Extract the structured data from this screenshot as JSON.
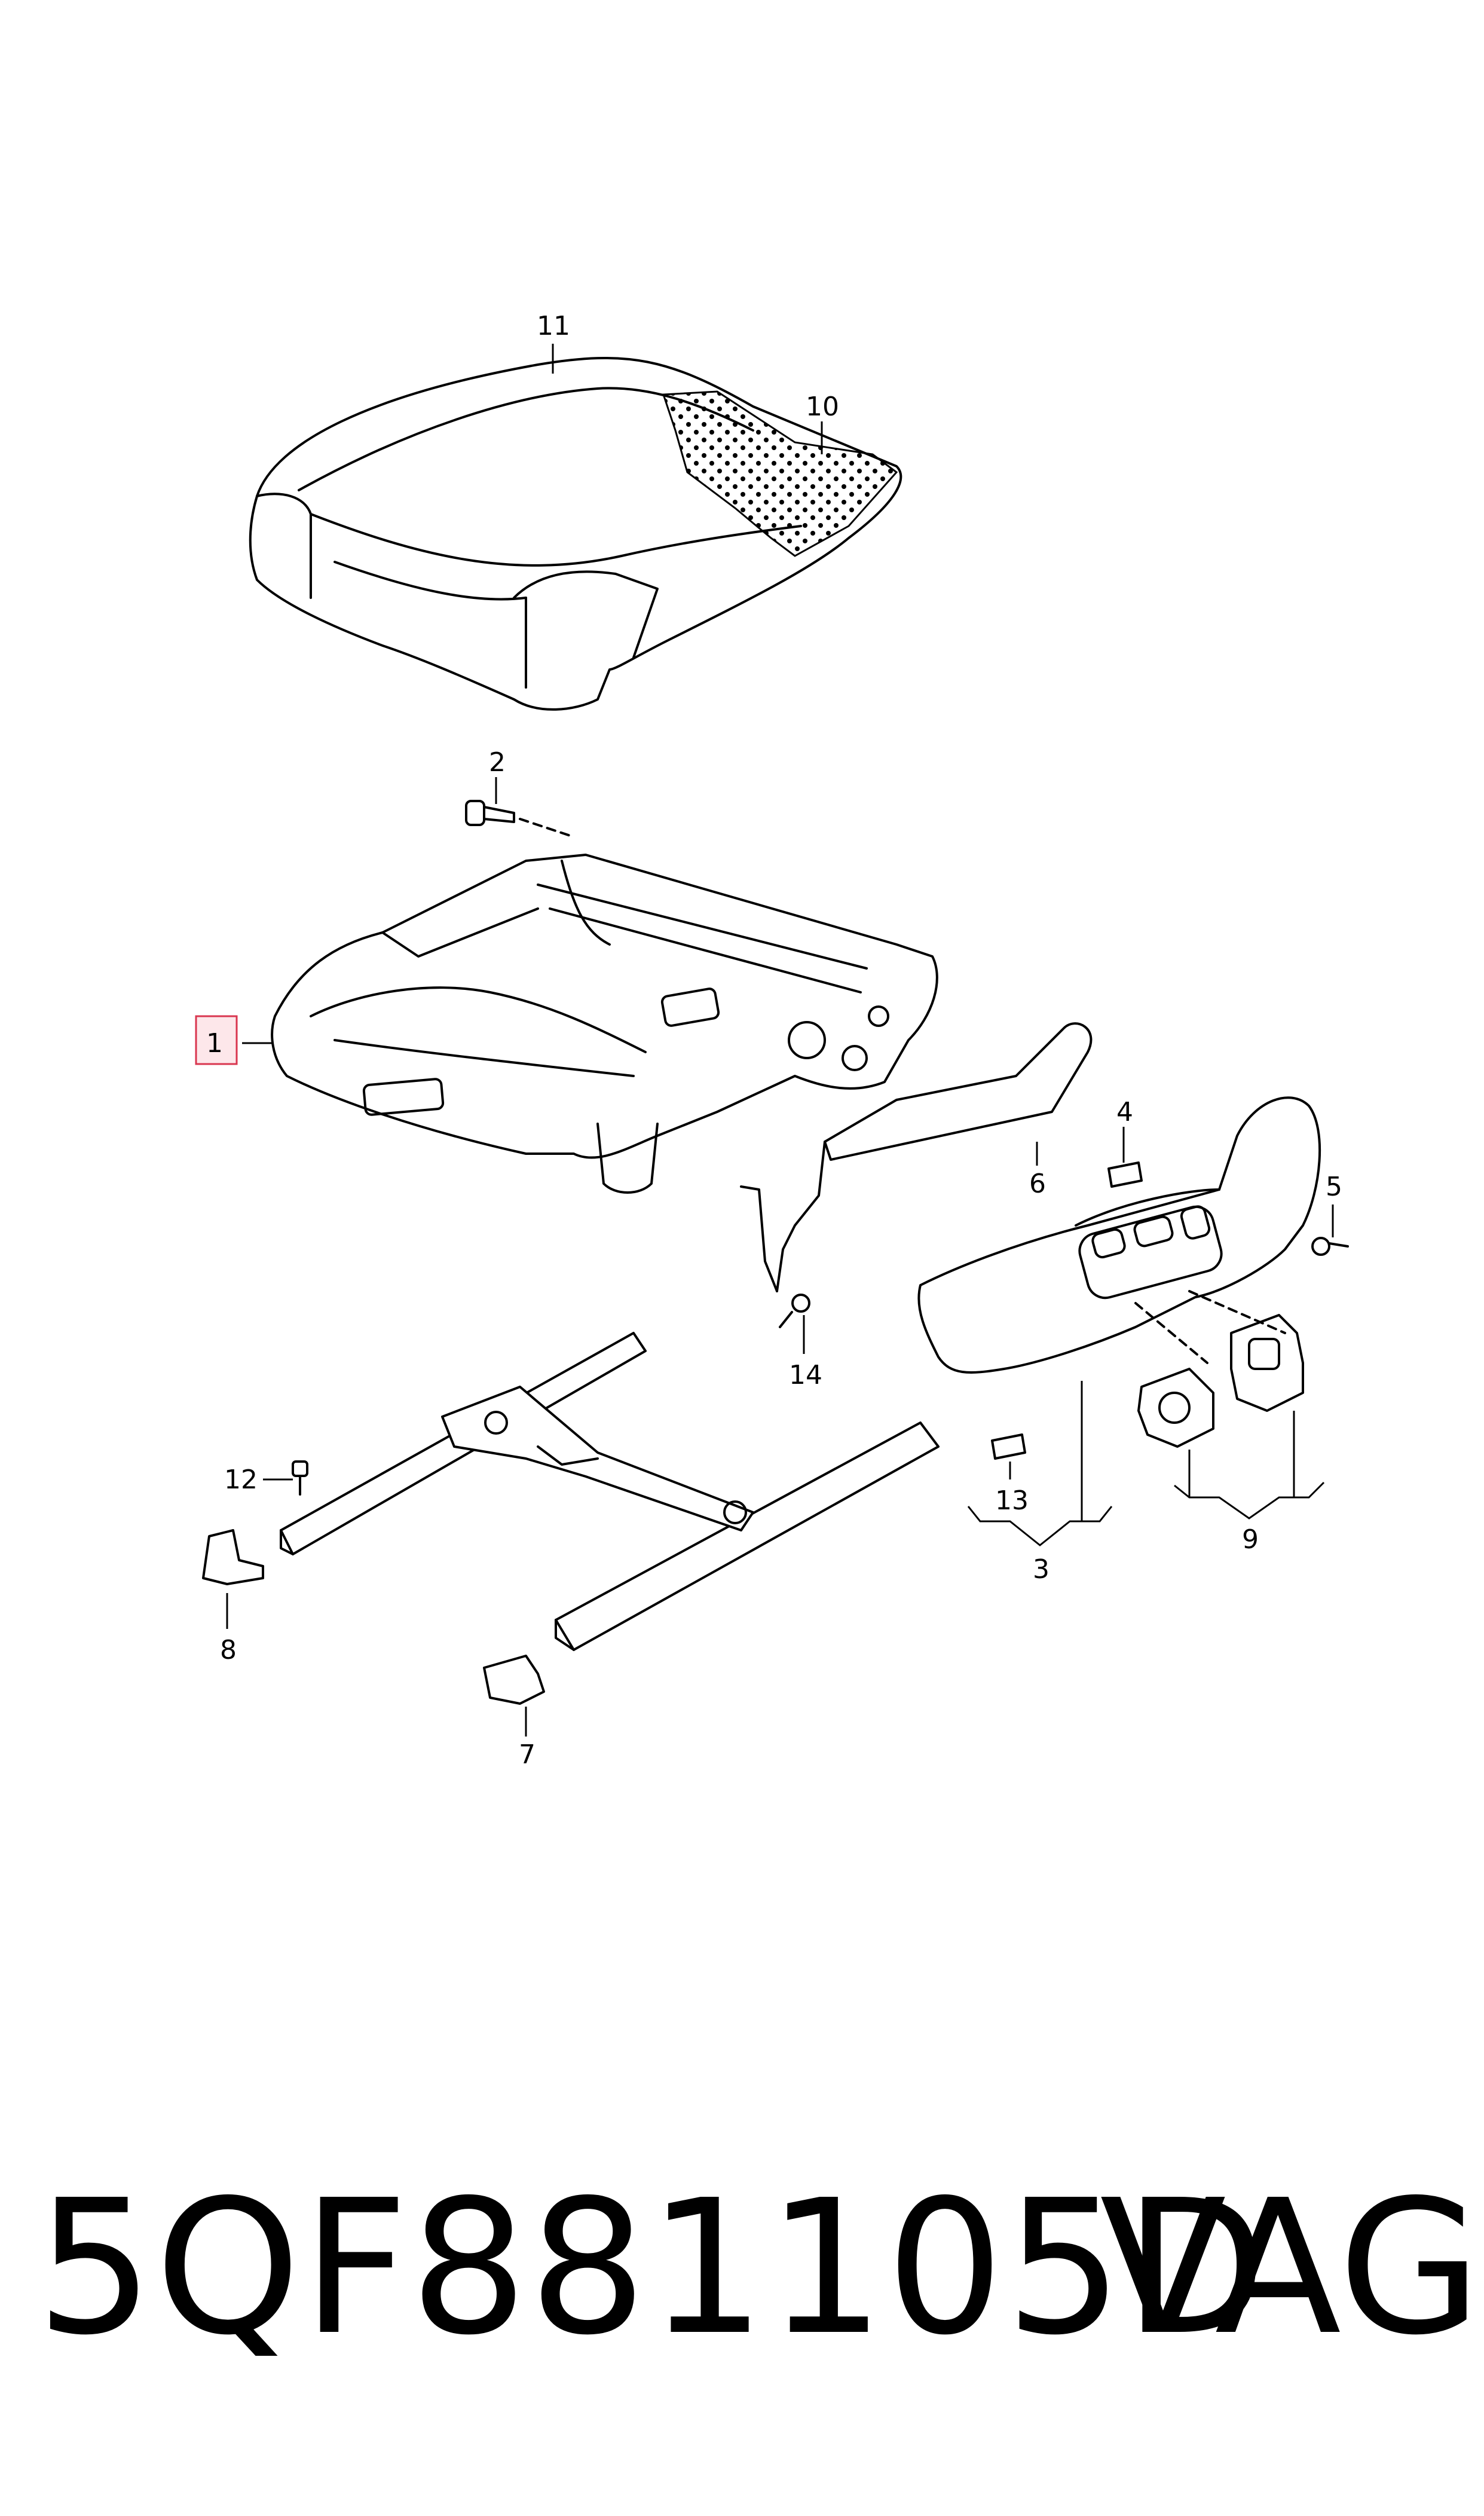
{
  "diagram": {
    "callouts": {
      "c1": "1",
      "c2": "2",
      "c3": "3",
      "c4": "4",
      "c5": "5",
      "c6": "6",
      "c7": "7",
      "c8": "8",
      "c9": "9",
      "c10": "10",
      "c11": "11",
      "c12": "12",
      "c13": "13",
      "c14": "14"
    },
    "highlighted_callout": "1",
    "highlight_color": "#d9364f"
  },
  "footer": {
    "part_number": "5QF881105D",
    "brand": "VAG"
  }
}
